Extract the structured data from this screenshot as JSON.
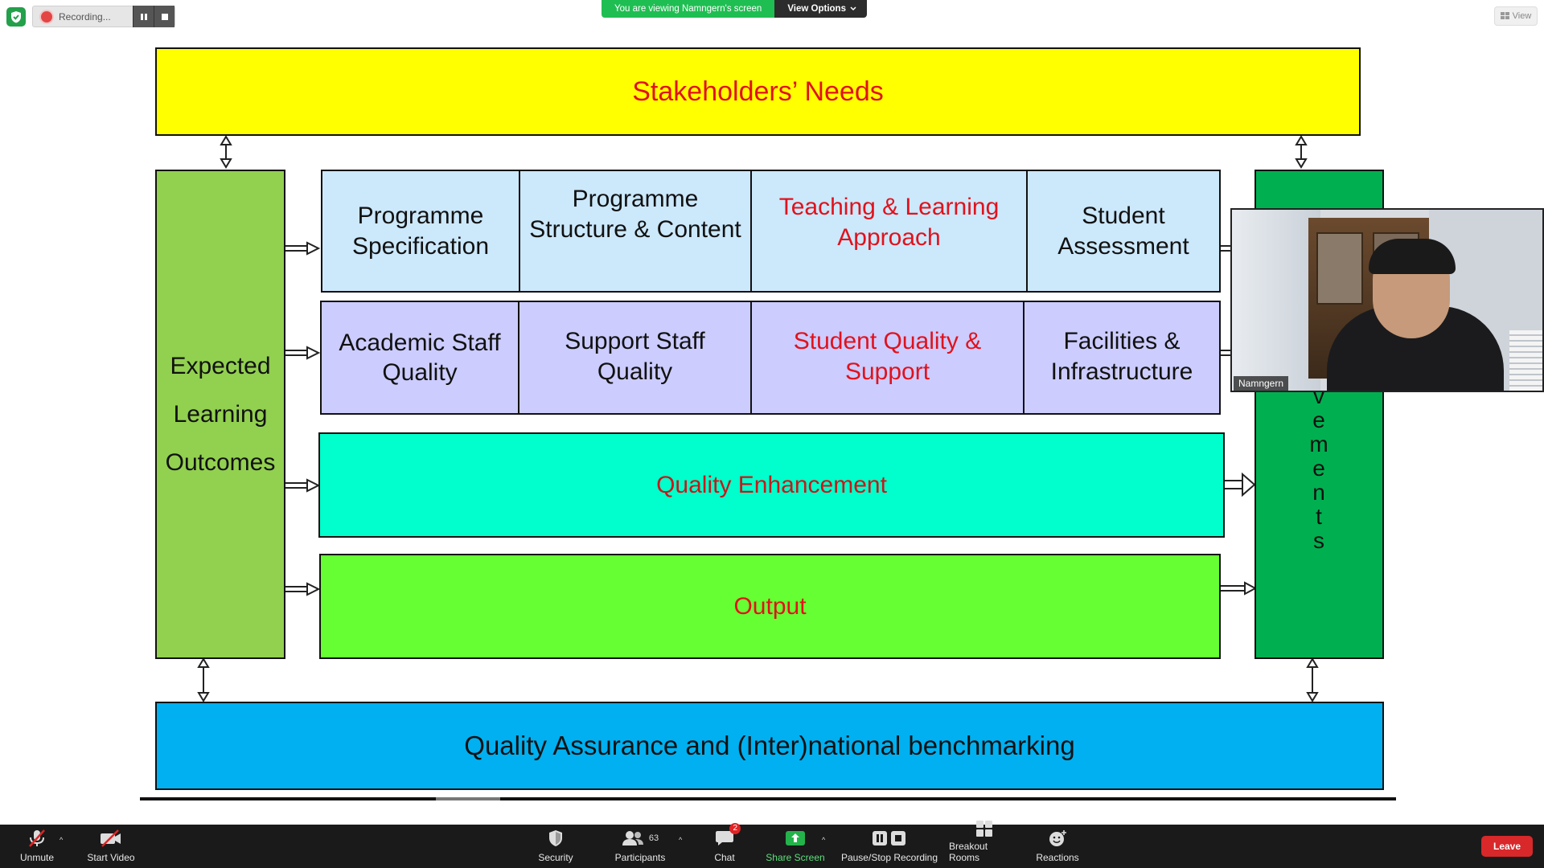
{
  "topbar": {
    "recording_label": "Recording...",
    "viewing_message": "You are viewing Namngern's screen",
    "view_options_label": "View Options",
    "view_button_label": "View"
  },
  "slide": {
    "stakeholders": "Stakeholders’ Needs",
    "elo_lines": [
      "Expected",
      "Learning",
      "Outcomes"
    ],
    "row1": [
      {
        "lines": [
          "Programme",
          "Specification"
        ]
      },
      {
        "lines": [
          "Programme",
          "Structure & Content"
        ]
      },
      {
        "lines": [
          "Teaching & Learning",
          "Approach"
        ]
      },
      {
        "lines": [
          "Student",
          "Assessment"
        ]
      }
    ],
    "row2": [
      {
        "lines": [
          "Academic Staff",
          "Quality"
        ]
      },
      {
        "lines": [
          "Support Staff",
          "Quality"
        ]
      },
      {
        "lines": [
          "Student Quality &",
          "Support"
        ]
      },
      {
        "lines": [
          "Facilities &",
          "Infrastructure"
        ]
      }
    ],
    "quality_enhancement": "Quality Enhancement",
    "output": "Output",
    "achievements_visible_letters": [
      "v",
      "e",
      "m",
      "e",
      "n",
      "t",
      "s"
    ],
    "quality_assurance": "Quality Assurance and (Inter)national benchmarking",
    "colors": {
      "stakeholders_bg": "#ffff00",
      "elo_bg": "#92d050",
      "row1_bg": "#cce8fb",
      "row2_bg": "#ccccff",
      "enhancement_bg": "#00ffcc",
      "output_bg": "#66ff33",
      "achievements_bg": "#00b050",
      "qa_bg": "#00b0f0"
    }
  },
  "video": {
    "participant_name": "Namngern"
  },
  "toolbar": {
    "unmute": "Unmute",
    "start_video": "Start Video",
    "security": "Security",
    "participants": "Participants",
    "participants_count": "63",
    "chat": "Chat",
    "chat_badge": "2",
    "share_screen": "Share Screen",
    "pause_stop_recording": "Pause/Stop Recording",
    "breakout_rooms": "Breakout Rooms",
    "reactions": "Reactions",
    "leave": "Leave"
  }
}
